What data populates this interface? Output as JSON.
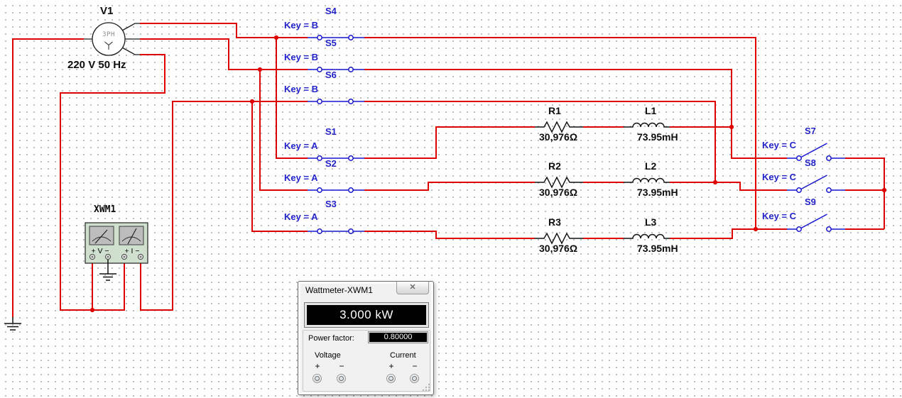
{
  "schematic": {
    "source": {
      "ref": "V1",
      "value": "220 V 50 Hz",
      "type_label": "3PH"
    },
    "switches": {
      "s1": {
        "ref": "S1",
        "key": "Key = A",
        "state": "closed"
      },
      "s2": {
        "ref": "S2",
        "key": "Key = A",
        "state": "closed"
      },
      "s3": {
        "ref": "S3",
        "key": "Key = A",
        "state": "closed"
      },
      "s4": {
        "ref": "S4",
        "key": "Key = B",
        "state": "closed"
      },
      "s5": {
        "ref": "S5",
        "key": "Key = B",
        "state": "closed"
      },
      "s6": {
        "ref": "S6",
        "key": "Key = B",
        "state": "closed"
      },
      "s7": {
        "ref": "S7",
        "key": "Key = C",
        "state": "open"
      },
      "s8": {
        "ref": "S8",
        "key": "Key = C",
        "state": "open"
      },
      "s9": {
        "ref": "S9",
        "key": "Key = C",
        "state": "open"
      }
    },
    "resistors": {
      "r1": {
        "ref": "R1",
        "value": "30,976Ω"
      },
      "r2": {
        "ref": "R2",
        "value": "30,976Ω"
      },
      "r3": {
        "ref": "R3",
        "value": "30,976Ω"
      }
    },
    "inductors": {
      "l1": {
        "ref": "L1",
        "value": "73.95mH"
      },
      "l2": {
        "ref": "L2",
        "value": "73.95mH"
      },
      "l3": {
        "ref": "L3",
        "value": "73.95mH"
      }
    },
    "wattmeter": {
      "ref": "XWM1",
      "voltage_terminals": "+ V −",
      "current_terminals": "+ I −"
    },
    "colors": {
      "wire": "#df0000",
      "switch": "#1616cd",
      "label_blue": "#2323cc"
    }
  },
  "dialog": {
    "title": "Wattmeter-XWM1",
    "close_glyph": "✕",
    "reading": "3.000 kW",
    "power_factor_label": "Power factor:",
    "power_factor_value": "0.80000",
    "voltage_label": "Voltage",
    "current_label": "Current",
    "voltage_plus": "+",
    "voltage_minus": "−",
    "current_plus": "+",
    "current_minus": "−"
  }
}
